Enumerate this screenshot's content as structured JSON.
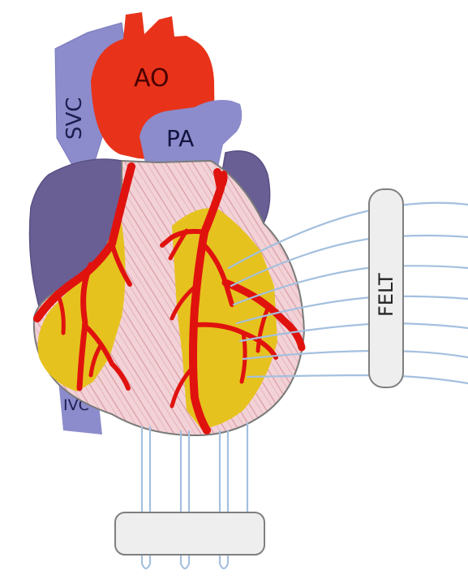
{
  "labels": {
    "aorta": "AO",
    "pulmonary_artery": "PA",
    "superior_vena_cava": "SVC",
    "inferior_vena_cava": "IVC",
    "felt_pad": "FELT"
  },
  "colors": {
    "aorta": "#e8331a",
    "veins": "#8c8ccc",
    "atrium": "#6a5f94",
    "myocardium": "#f2d2d6",
    "fat": "#e6c21e",
    "coronary": "#e0120e",
    "suture": "#a4c0de",
    "felt": "#eeeeee"
  }
}
